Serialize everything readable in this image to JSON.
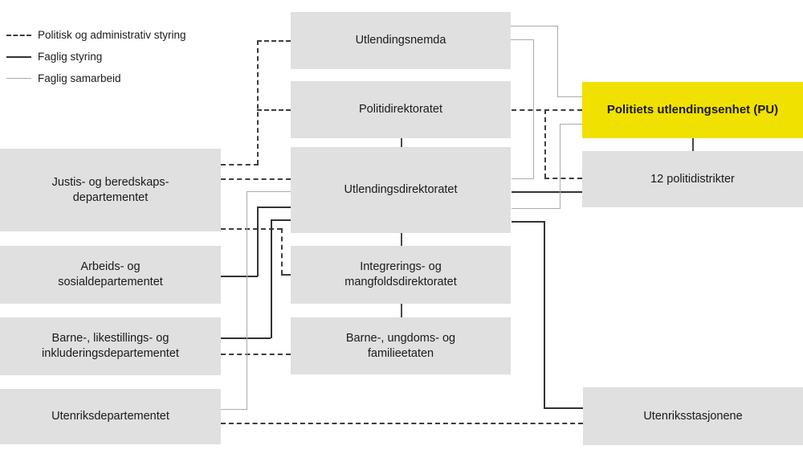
{
  "legend": {
    "items": [
      {
        "icon": "dashed-line-icon",
        "label": "Politisk og administrativ styring"
      },
      {
        "icon": "solid-line-icon",
        "label": "Faglig styring"
      },
      {
        "icon": "thin-gray-line-icon",
        "label": "Faglig samarbeid"
      }
    ]
  },
  "colors": {
    "box_background": "#e0e0e0",
    "highlight_background": "#f0e100",
    "dark_line": "#333333",
    "gray_line": "#ababab",
    "text": "#1a1a1a"
  },
  "boxes": {
    "utlendingsnemda": {
      "label": "Utlendingsnemda"
    },
    "politidirektoratet": {
      "label": "Politidirektoratet"
    },
    "utlendingsdirektoratet": {
      "label": "Utlendingsdirektoratet"
    },
    "imdi": {
      "label": "Integrerings- og\nmangfoldsdirektoratet"
    },
    "bufetat": {
      "label": "Barne-, ungdoms- og\nfamilieetaten"
    },
    "justisdepartementet": {
      "label": "Justis- og beredskaps-\ndepartementet"
    },
    "arbeidsdepartementet": {
      "label": "Arbeids- og\nsosialdepartementet"
    },
    "barnedepartementet": {
      "label": "Barne-, likestillings- og\ninkluderingsdepartementet"
    },
    "utenriksdepartementet": {
      "label": "Utenriksdepartementet"
    },
    "politiets_utlendingsenhet": {
      "label": "Politiets utlendingsenhet (PU)"
    },
    "politidistrikter": {
      "label": "12 politidistrikter"
    },
    "utenriksstasjonene": {
      "label": "Utenriksstasjonene"
    }
  }
}
